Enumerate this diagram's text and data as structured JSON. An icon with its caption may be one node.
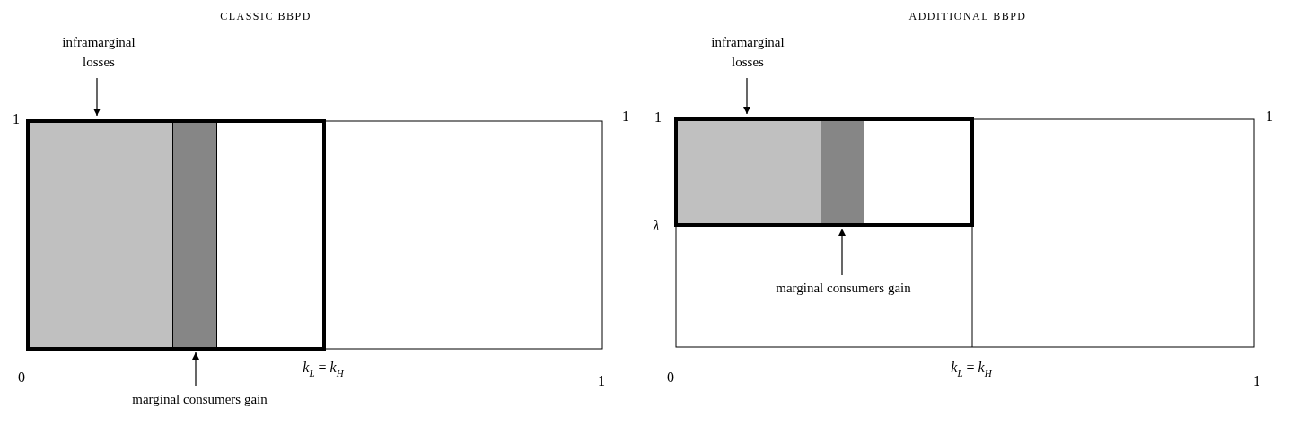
{
  "diagram": {
    "nodes": [
      {
        "text": [
          "inframarginal losses"
        ]
      },
      {
        "text": [],
        "shape": "box"
      },
      {
        "text": [],
        "shape": "box"
      },
      {
        "text": [
          "marginal consumers gain"
        ]
      },
      {
        "text": [
          "inframarginal losses"
        ]
      },
      {
        "text": [],
        "shape": "box"
      },
      {
        "text": [],
        "shape": "box"
      },
      {
        "text": [
          "marginal consumers gain"
        ]
      }
    ],
    "edges": [
      {
        "from": 0,
        "to": 1,
        "arrow": "to"
      },
      {
        "from": 3,
        "to": 2,
        "arrow": "to"
      },
      {
        "from": 4,
        "to": 5,
        "arrow": "to"
      },
      {
        "from": 7,
        "to": 6,
        "arrow": "to"
      }
    ],
    "labels": [
      "CLASSIC BBPD",
      "1",
      "1",
      "0",
      "*k*$_{L}$ = *k*$_{H}$",
      "1",
      "ADDITIONAL BBPD",
      "1",
      "1",
      "λ",
      "0",
      "*k*$_{L}$ = *k*$_{H}$",
      "1"
    ]
  }
}
